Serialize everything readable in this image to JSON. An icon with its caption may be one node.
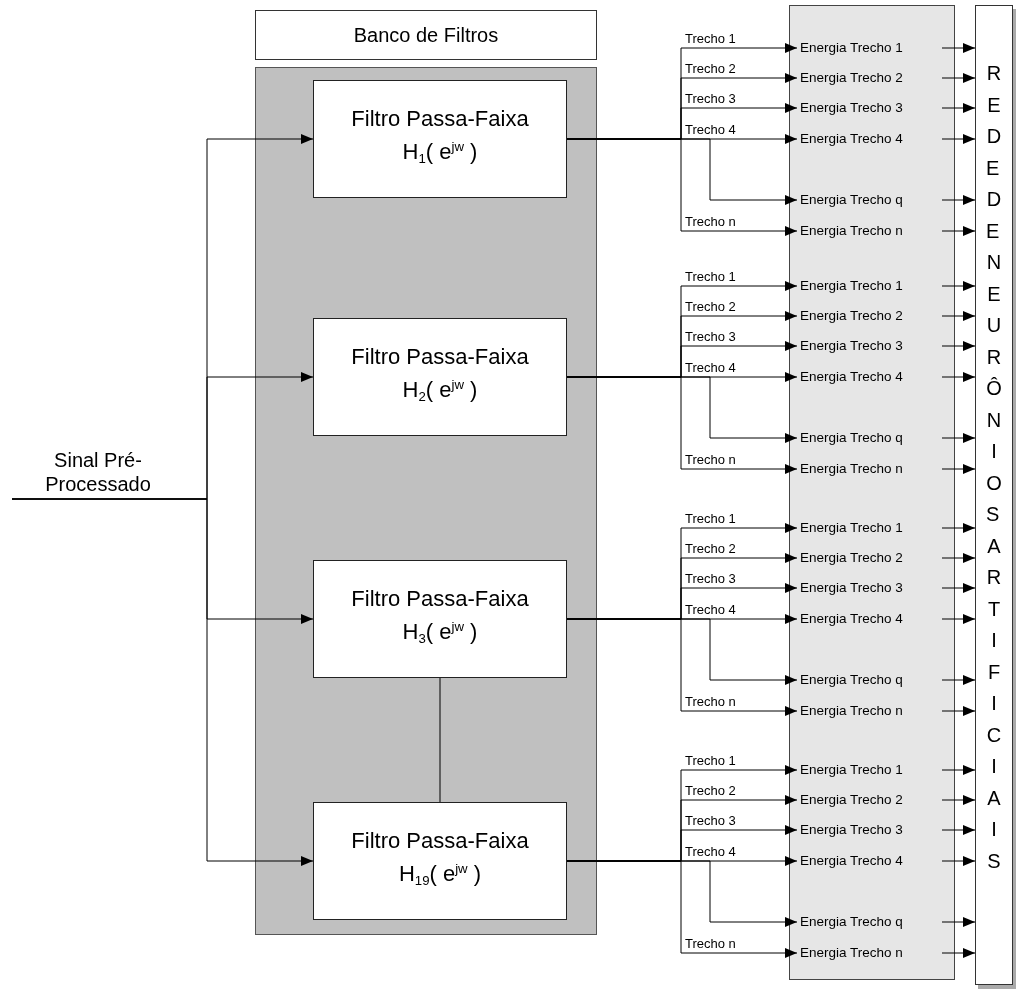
{
  "diagram": {
    "nodes": [
      {
        "text": [
          "Banco de Filtros"
        ]
      },
      {
        "text": [],
        "shape": "box"
      },
      {
        "text": [
          "Filtro Passa-Faixa H$_{1}$( e$^{jw}$ )"
        ],
        "in": 1
      },
      {
        "text": [
          "Filtro Passa-Faixa H$_{2}$( e$^{jw}$ )"
        ],
        "in": 1
      },
      {
        "text": [
          "Filtro Passa-Faixa H$_{3}$( e$^{jw}$ )"
        ],
        "in": 1
      },
      {
        "text": [
          "Filtro Passa-Faixa H$_{19}$( e$^{jw}$ )"
        ],
        "in": 1
      },
      {
        "text": [
          "Sinal Pré-Processado"
        ]
      },
      {
        "text": [],
        "shape": "box"
      },
      {
        "text": [
          "Energia Trecho 1"
        ],
        "in": 7
      },
      {
        "text": [
          "Energia Trecho 2"
        ],
        "in": 7
      },
      {
        "text": [
          "Energia Trecho 3"
        ],
        "in": 7
      },
      {
        "text": [
          "Energia Trecho 4"
        ],
        "in": 7
      },
      {
        "text": [
          "Energia Trecho q"
        ],
        "in": 7
      },
      {
        "text": [
          "Energia Trecho n"
        ],
        "in": 7
      },
      {
        "text": [
          "Energia Trecho 1"
        ],
        "in": 7
      },
      {
        "text": [
          "Energia Trecho 2"
        ],
        "in": 7
      },
      {
        "text": [
          "Energia Trecho 3"
        ],
        "in": 7
      },
      {
        "text": [
          "Energia Trecho 4"
        ],
        "in": 7
      },
      {
        "text": [
          "Energia Trecho q"
        ],
        "in": 7
      },
      {
        "text": [
          "Energia Trecho n"
        ],
        "in": 7
      },
      {
        "text": [
          "Energia Trecho 1"
        ],
        "in": 7
      },
      {
        "text": [
          "Energia Trecho 2"
        ],
        "in": 7
      },
      {
        "text": [
          "Energia Trecho 3"
        ],
        "in": 7
      },
      {
        "text": [
          "Energia Trecho 4"
        ],
        "in": 7
      },
      {
        "text": [
          "Energia Trecho q"
        ],
        "in": 7
      },
      {
        "text": [
          "Energia Trecho n"
        ],
        "in": 7
      },
      {
        "text": [
          "Energia Trecho 1"
        ],
        "in": 7
      },
      {
        "text": [
          "Energia Trecho 2"
        ],
        "in": 7
      },
      {
        "text": [
          "Energia Trecho 3"
        ],
        "in": 7
      },
      {
        "text": [
          "Energia Trecho 4"
        ],
        "in": 7
      },
      {
        "text": [
          "Energia Trecho q"
        ],
        "in": 7
      },
      {
        "text": [
          "Energia Trecho n"
        ],
        "in": 7
      },
      {
        "text": [
          "REDE DE NEURÔNIOS ARTIFICIAIS"
        ]
      }
    ],
    "edges": [
      {
        "from": 6,
        "to": 2,
        "arrow": "to"
      },
      {
        "from": 6,
        "to": 3,
        "arrow": "to"
      },
      {
        "from": 6,
        "to": 4,
        "arrow": "to"
      },
      {
        "from": 6,
        "to": 5,
        "arrow": "to"
      },
      {
        "from": 4,
        "to": 5,
        "arrow": "none"
      },
      {
        "from": 2,
        "to": 8,
        "arrow": "to",
        "label": "Trecho 1"
      },
      {
        "from": 2,
        "to": 9,
        "arrow": "to",
        "label": "Trecho 2"
      },
      {
        "from": 2,
        "to": 10,
        "arrow": "to",
        "label": "Trecho 3"
      },
      {
        "from": 2,
        "to": 11,
        "arrow": "to",
        "label": "Trecho 4"
      },
      {
        "from": 2,
        "to": 12,
        "arrow": "to"
      },
      {
        "from": 2,
        "to": 13,
        "arrow": "to",
        "label": "Trecho n"
      },
      {
        "from": 3,
        "to": 14,
        "arrow": "to",
        "label": "Trecho 1"
      },
      {
        "from": 3,
        "to": 15,
        "arrow": "to",
        "label": "Trecho 2"
      },
      {
        "from": 3,
        "to": 16,
        "arrow": "to",
        "label": "Trecho 3"
      },
      {
        "from": 3,
        "to": 17,
        "arrow": "to",
        "label": "Trecho 4"
      },
      {
        "from": 3,
        "to": 18,
        "arrow": "to"
      },
      {
        "from": 3,
        "to": 19,
        "arrow": "to",
        "label": "Trecho n"
      },
      {
        "from": 4,
        "to": 20,
        "arrow": "to",
        "label": "Trecho 1"
      },
      {
        "from": 4,
        "to": 21,
        "arrow": "to",
        "label": "Trecho 2"
      },
      {
        "from": 4,
        "to": 22,
        "arrow": "to",
        "label": "Trecho 3"
      },
      {
        "from": 4,
        "to": 23,
        "arrow": "to",
        "label": "Trecho 4"
      },
      {
        "from": 4,
        "to": 24,
        "arrow": "to"
      },
      {
        "from": 4,
        "to": 25,
        "arrow": "to",
        "label": "Trecho n"
      },
      {
        "from": 5,
        "to": 26,
        "arrow": "to",
        "label": "Trecho 1"
      },
      {
        "from": 5,
        "to": 27,
        "arrow": "to",
        "label": "Trecho 2"
      },
      {
        "from": 5,
        "to": 28,
        "arrow": "to",
        "label": "Trecho 3"
      },
      {
        "from": 5,
        "to": 29,
        "arrow": "to",
        "label": "Trecho 4"
      },
      {
        "from": 5,
        "to": 30,
        "arrow": "to"
      },
      {
        "from": 5,
        "to": 31,
        "arrow": "to",
        "label": "Trecho n"
      },
      {
        "from": 8,
        "to": 32,
        "arrow": "to"
      },
      {
        "from": 9,
        "to": 32,
        "arrow": "to"
      },
      {
        "from": 10,
        "to": 32,
        "arrow": "to"
      },
      {
        "from": 11,
        "to": 32,
        "arrow": "to"
      },
      {
        "from": 12,
        "to": 32,
        "arrow": "to"
      },
      {
        "from": 13,
        "to": 32,
        "arrow": "to"
      },
      {
        "from": 14,
        "to": 32,
        "arrow": "to"
      },
      {
        "from": 15,
        "to": 32,
        "arrow": "to"
      },
      {
        "from": 16,
        "to": 32,
        "arrow": "to"
      },
      {
        "from": 17,
        "to": 32,
        "arrow": "to"
      },
      {
        "from": 18,
        "to": 32,
        "arrow": "to"
      },
      {
        "from": 19,
        "to": 32,
        "arrow": "to"
      },
      {
        "from": 20,
        "to": 32,
        "arrow": "to"
      },
      {
        "from": 21,
        "to": 32,
        "arrow": "to"
      },
      {
        "from": 22,
        "to": 32,
        "arrow": "to"
      },
      {
        "from": 23,
        "to": 32,
        "arrow": "to"
      },
      {
        "from": 24,
        "to": 32,
        "arrow": "to"
      },
      {
        "from": 25,
        "to": 32,
        "arrow": "to"
      },
      {
        "from": 26,
        "to": 32,
        "arrow": "to"
      },
      {
        "from": 27,
        "to": 32,
        "arrow": "to"
      },
      {
        "from": 28,
        "to": 32,
        "arrow": "to"
      },
      {
        "from": 29,
        "to": 32,
        "arrow": "to"
      },
      {
        "from": 30,
        "to": 32,
        "arrow": "to"
      },
      {
        "from": 31,
        "to": 32,
        "arrow": "to"
      }
    ]
  }
}
